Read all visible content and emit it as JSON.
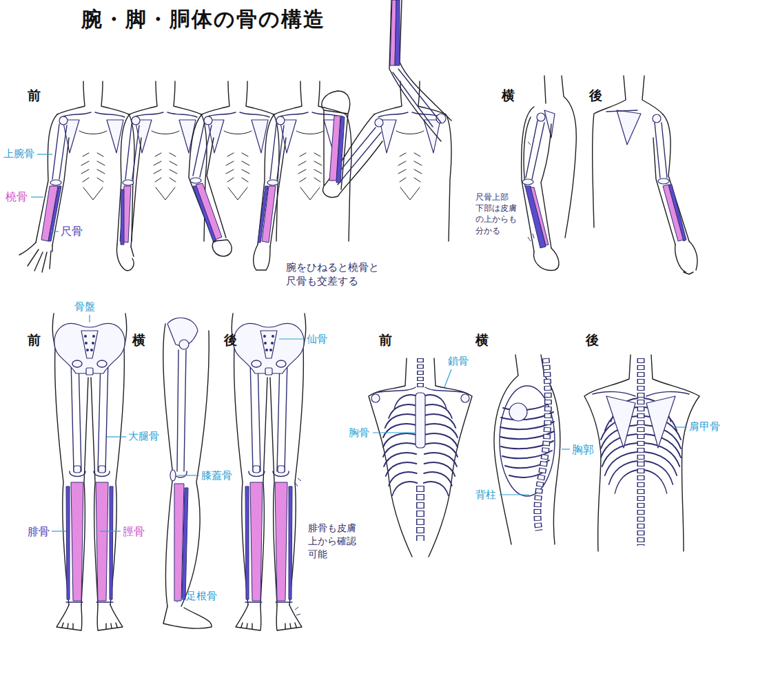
{
  "diagram": {
    "title": "腕・脚・胴体の骨の構造",
    "labels": [
      "前",
      "横",
      "後",
      "上腕骨",
      "橈骨",
      "尺骨",
      "尺骨上部 下部は皮膚 の上からも 分かる",
      "腕をひねると橈骨と 尺骨も交差する",
      "骨盤",
      "前",
      "横",
      "後",
      "仙骨",
      "大腿骨",
      "膝蓋骨",
      "腓骨",
      "脛骨",
      "腓骨も皮膚 上から確認 可能",
      "足根骨",
      "前",
      "横",
      "後",
      "鎖骨",
      "胸骨",
      "胸郭",
      "肩甲骨",
      "背柱"
    ]
  }
}
